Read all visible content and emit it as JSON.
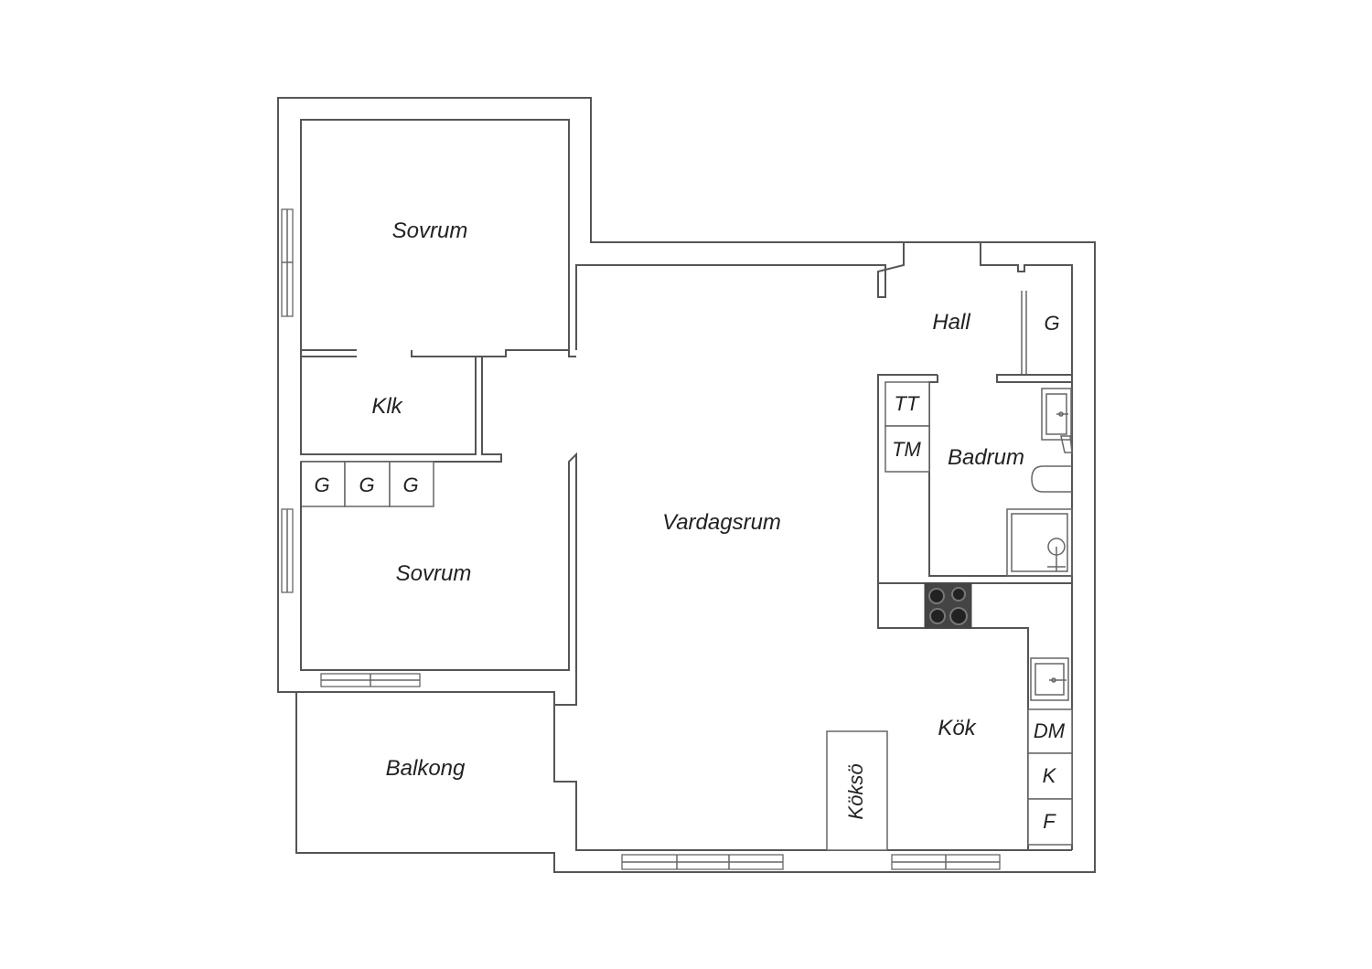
{
  "rooms": {
    "bedroom_top": "Sovrum",
    "closet": "Klk",
    "bedroom_bottom": "Sovrum",
    "living": "Vardagsrum",
    "hall": "Hall",
    "bathroom": "Badrum",
    "kitchen": "Kök",
    "balcony": "Balkong"
  },
  "fixtures": {
    "wardrobe_hall": "G",
    "wardrobe_1": "G",
    "wardrobe_2": "G",
    "wardrobe_3": "G",
    "tumble_dryer": "TT",
    "washing_machine": "TM",
    "dishwasher": "DM",
    "fridge": "K",
    "freezer": "F",
    "kitchen_island": "Köksö"
  }
}
